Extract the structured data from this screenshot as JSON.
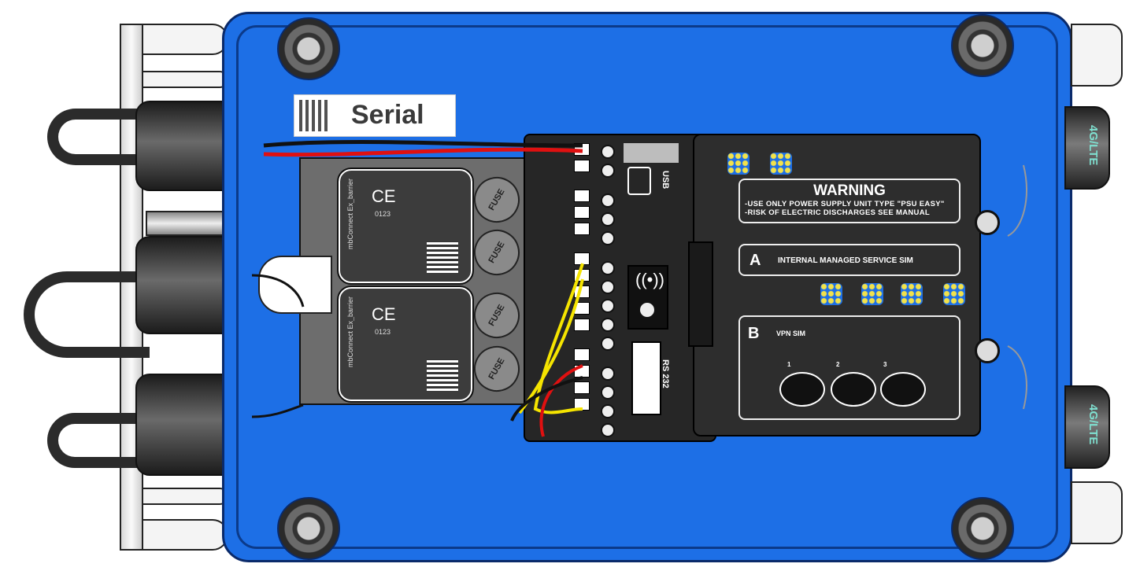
{
  "serial_label": {
    "text": "Serial"
  },
  "warning": {
    "title": "WARNING",
    "line1": "-USE ONLY POWER SUPPLY UNIT TYPE \"PSU EASY\"",
    "line2": "-RISK OF ELECTRIC DISCHARGES SEE MANUAL"
  },
  "sim_a": {
    "letter": "A",
    "label": "INTERNAL MANAGED SERVICE SIM"
  },
  "sim_b": {
    "letter": "B",
    "label": "VPN SIM",
    "steps": [
      "1",
      "2",
      "3"
    ]
  },
  "ports": {
    "usb": "USB",
    "rs232": "RS 232"
  },
  "fuses": [
    "FUSE",
    "FUSE",
    "FUSE",
    "FUSE"
  ],
  "antennas": [
    "4G/LTE",
    "4G/LTE"
  ],
  "barrier_labels": [
    {
      "ce": "CE",
      "code": "0123",
      "title": "mbConnect Ex_barrier"
    },
    {
      "ce": "CE",
      "code": "0123",
      "title": "mbConnect Ex_barrier"
    }
  ],
  "colors": {
    "enclosure": "#1d6fe6",
    "board": "#2d2d2d",
    "wire_red": "#e01010",
    "wire_yellow": "#f5e400"
  }
}
